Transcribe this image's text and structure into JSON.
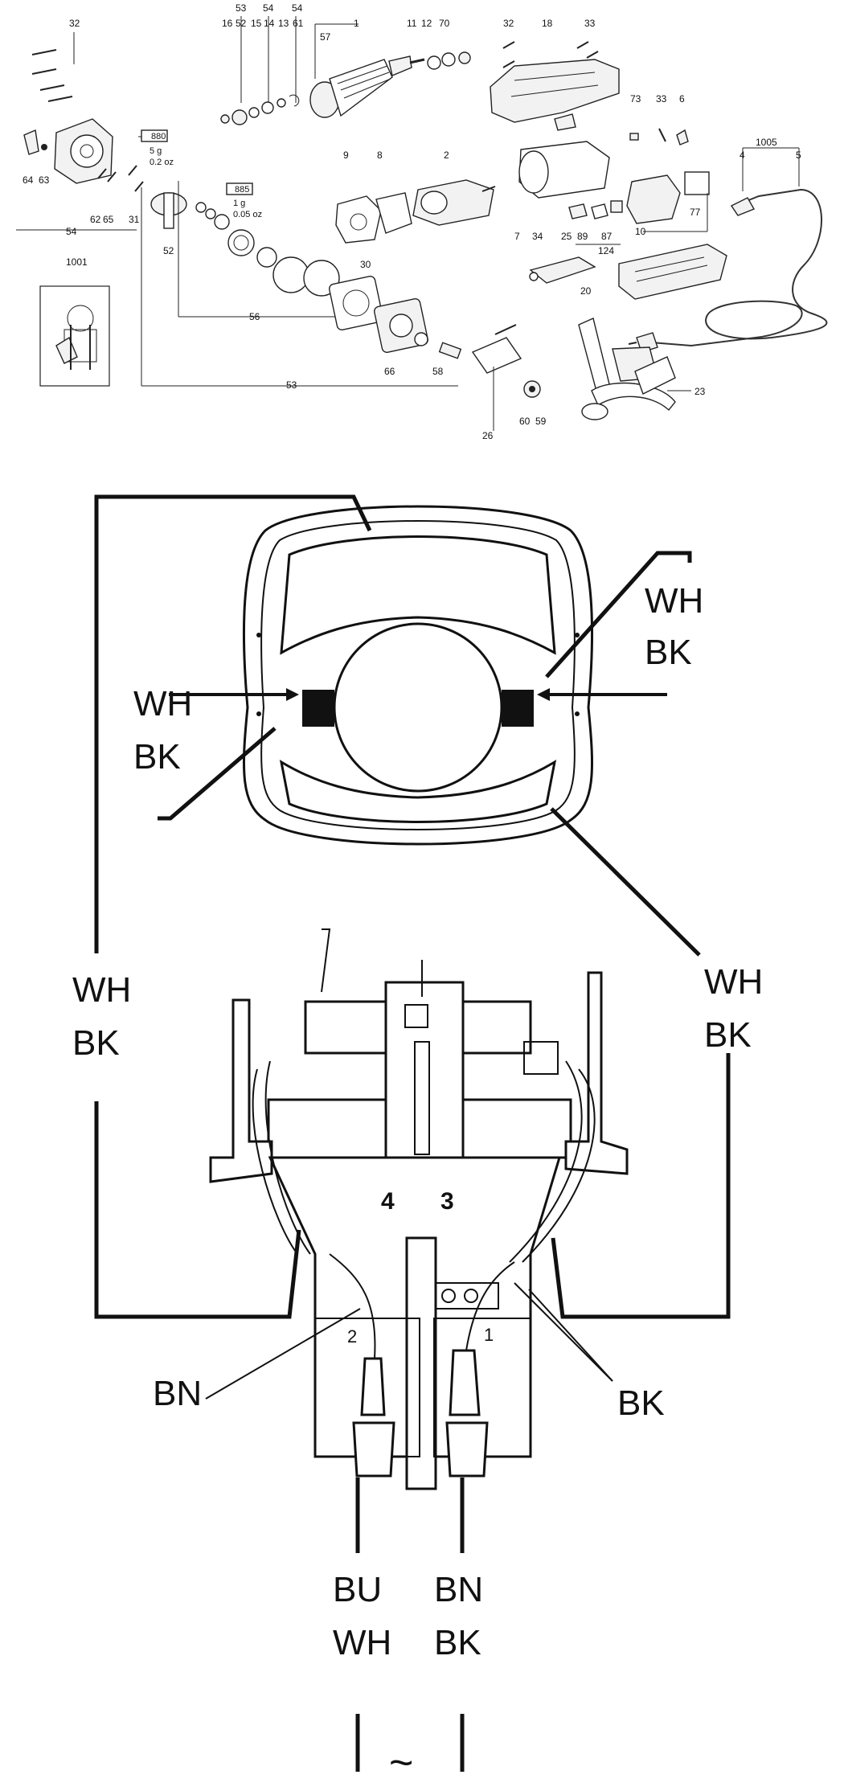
{
  "exploded_view": {
    "part_numbers": {
      "p32a": "32",
      "p16": "16",
      "p53a": "53",
      "p52a": "52",
      "p15": "15",
      "p54a": "54",
      "p14": "14",
      "p13": "13",
      "p54b": "54",
      "p61": "61",
      "p1": "1",
      "p57": "57",
      "p11": "11",
      "p12": "12",
      "p70": "70",
      "p32b": "32",
      "p18": "18",
      "p33a": "33",
      "p73": "73",
      "p33b": "33",
      "p6": "6",
      "p1005": "1005",
      "p4": "4",
      "p5": "5",
      "p64": "64",
      "p63": "63",
      "p880": "880",
      "p9": "9",
      "p8": "8",
      "p2": "2",
      "p77": "77",
      "p10": "10",
      "p7": "7",
      "p34": "34",
      "p25": "25",
      "p89": "89",
      "p87": "87",
      "p124": "124",
      "p62": "62",
      "p65": "65",
      "p31": "31",
      "p52b": "52",
      "p885": "885",
      "p54c": "54",
      "p20": "20",
      "p1001": "1001",
      "p30": "30",
      "p56": "56",
      "p66": "66",
      "p58": "58",
      "p53b": "53",
      "p26": "26",
      "p60": "60",
      "p59": "59",
      "p23": "23"
    },
    "grease_a": {
      "mass": "5 g",
      "oz": "0.2 oz"
    },
    "grease_b": {
      "mass": "1 g",
      "oz": "0.05 oz"
    }
  },
  "wiring": {
    "top_left": {
      "l1": "WH",
      "l2": "BK"
    },
    "top_right": {
      "l1": "WH",
      "l2": "BK"
    },
    "left": {
      "l1": "WH",
      "l2": "BK"
    },
    "right": {
      "l1": "WH",
      "l2": "BK"
    },
    "bn_label": "BN",
    "bk_label": "BK",
    "switch_digit_left": "4",
    "switch_digit_right": "3",
    "terminal_left": "2",
    "terminal_right": "1",
    "bottom_left": {
      "l1": "BU",
      "l2": "WH"
    },
    "bottom_right": {
      "l1": "BN",
      "l2": "BK"
    },
    "ac_symbol": "~"
  }
}
